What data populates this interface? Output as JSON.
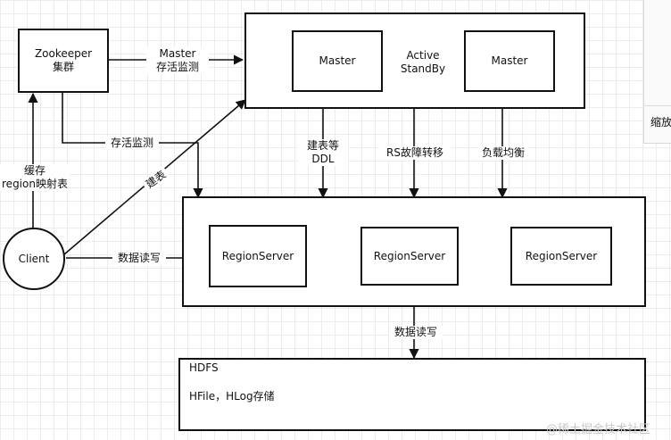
{
  "nodes": {
    "zookeeper": "Zookeeper\n集群",
    "master_group": "",
    "master_left": "Master",
    "master_right": "Master",
    "active_standby": "Active\nStandBy",
    "client": "Client",
    "region_servers": [
      "RegionServer",
      "RegionServer",
      "RegionServer"
    ],
    "hdfs_title": "HDFS",
    "hdfs_body": "HFile，HLog存储"
  },
  "edges": {
    "zk_to_master": "Master\n存活监测",
    "zk_alive_check": "存活监测",
    "client_to_zk_cache": "缓存\nregion映射表",
    "client_create_table": "建表",
    "client_read_write": "数据读写",
    "master_ddl": "建表等\nDDL",
    "master_failover": "RS故障转移",
    "master_load_balance": "负载均衡",
    "rs_to_hdfs": "数据读写"
  },
  "side_panel": {
    "label": "缩放"
  },
  "watermark": "@稀土掘金技术社区"
}
